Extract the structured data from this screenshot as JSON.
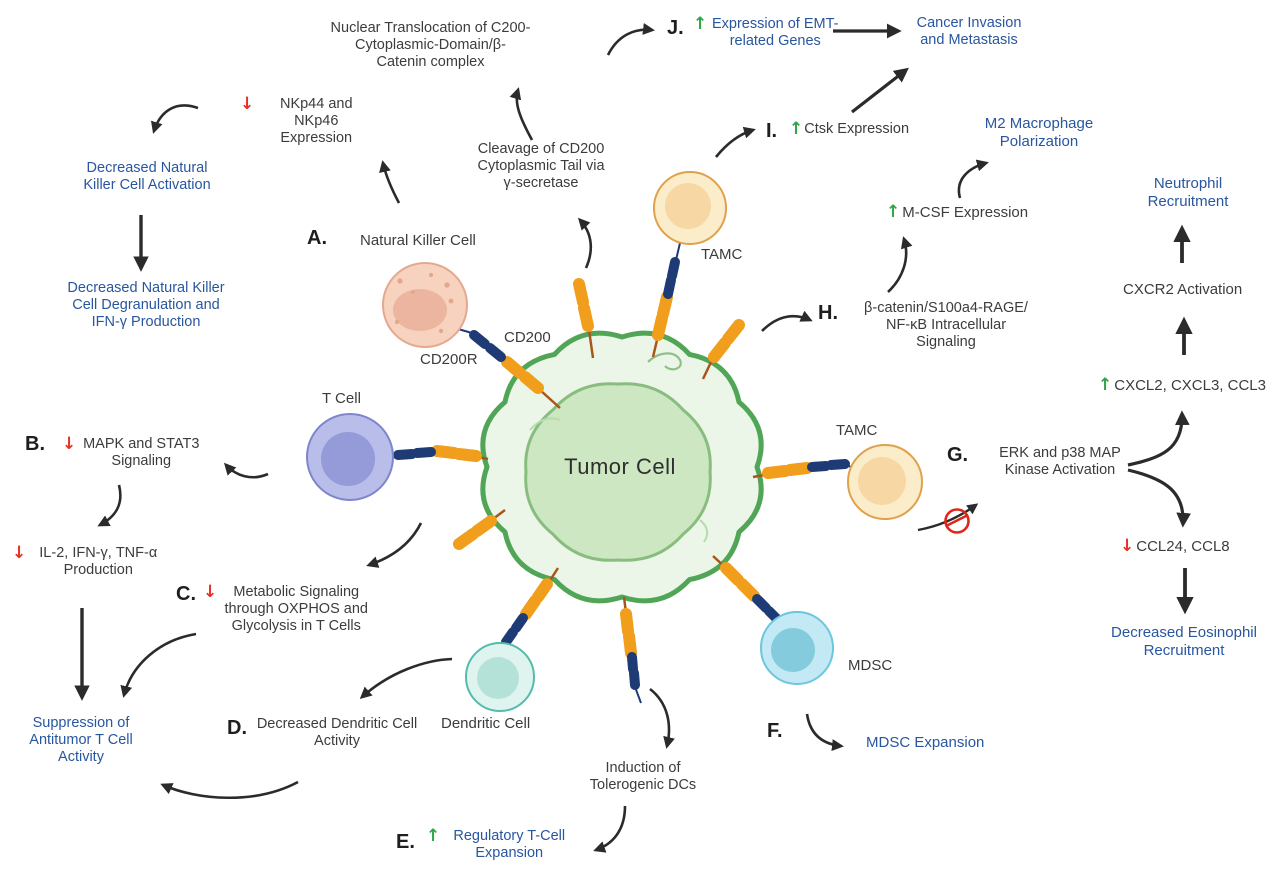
{
  "icons": {
    "up_arrow": "↑",
    "down_arrow": "↓"
  },
  "colors": {
    "blue_text": "#28569F",
    "black_text": "#3C3C3C",
    "red_arrow": "#E63124",
    "green_arrow": "#2FA544",
    "tumor_fill": "#EBF6E8",
    "tumor_stroke": "#51A556",
    "receptor_orange": "#F09E1C",
    "receptor_navy": "#1F3B75",
    "inhibition_red": "#E0251B"
  },
  "tumor": {
    "label": "Tumor Cell"
  },
  "cells": {
    "nk": "Natural Killer Cell",
    "t": "T Cell",
    "dendritic": "Dendritic Cell",
    "mdsc": "MDSC",
    "tamc_top": "TAMC",
    "tamc_right": "TAMC"
  },
  "receptors": {
    "cd200": "CD200",
    "cd200r": "CD200R"
  },
  "markers": {
    "a": "A.",
    "b": "B.",
    "c": "C.",
    "d": "D.",
    "e": "E.",
    "f": "F.",
    "g": "G.",
    "h": "H.",
    "i": "I.",
    "j": "J."
  },
  "labels": {
    "nuclear_translocation": "Nuclear Translocation of C200-\nCytoplasmic-Domain/β-\nCatenin complex",
    "emt_genes": "Expression of EMT-related Genes",
    "cancer_invasion": "Cancer Invasion and Metastasis",
    "cleavage": "Cleavage of CD200\nCytoplasmic Tail via\nγ-secretase",
    "nkp": "NKp44 and NKp46 Expression",
    "decreased_nk_activation": "Decreased Natural Killer Cell Activation",
    "decreased_nk_degranulation": "Decreased Natural Killer\nCell Degranulation and\nIFN-γ Production",
    "ctsk": "Ctsk Expression",
    "m2_polarization": "M2 Macrophage Polarization",
    "mcsf": "M-CSF Expression",
    "bcatenin_signaling": "β-catenin/S100a4-RAGE/\nNF-κB Intracellular\nSignaling",
    "neutrophil": "Neutrophil Recruitment",
    "cxcr2": "CXCR2 Activation",
    "cxcl": "CXCL2, CXCL3, CCL3",
    "erk": "ERK and p38 MAP Kinase Activation",
    "ccl": "CCL24, CCL8",
    "eosinophil": "Decreased Eosinophil Recruitment",
    "mapk": "MAPK and STAT3 Signaling",
    "il2": "IL-2, IFN-γ, TNF-α Production",
    "metabolic": "Metabolic Signaling through OXPHOS and Glycolysis in T Cells",
    "suppression": "Suppression of Antitumor T Cell Activity",
    "dendritic_activity": "Decreased Dendritic Cell Activity",
    "induction": "Induction of Tolerogenic DCs",
    "treg": "Regulatory T-Cell Expansion",
    "mdsc_expansion": "MDSC Expansion"
  }
}
